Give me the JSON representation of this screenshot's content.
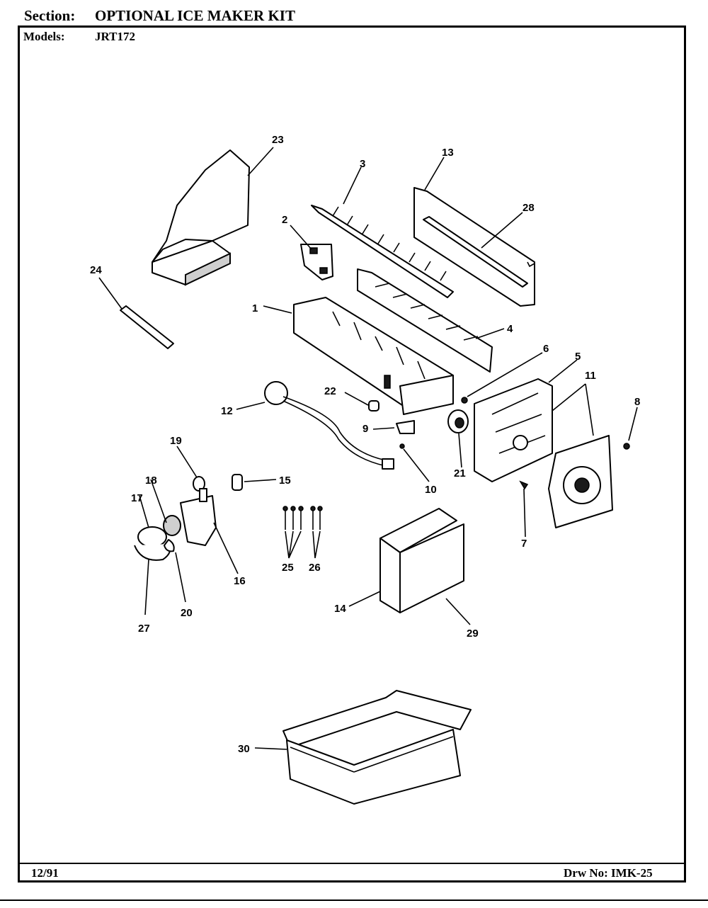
{
  "header": {
    "section_label": "Section:",
    "section_value": "OPTIONAL ICE MAKER KIT",
    "models_label": "Models:",
    "models_value": "JRT172"
  },
  "footer": {
    "date": "12/91",
    "drawing_number": "Drw No: IMK-25"
  },
  "callouts": [
    "1",
    "2",
    "3",
    "4",
    "5",
    "6",
    "7",
    "8",
    "9",
    "10",
    "11",
    "12",
    "13",
    "14",
    "15",
    "16",
    "17",
    "18",
    "19",
    "20",
    "21",
    "22",
    "23",
    "24",
    "25",
    "26",
    "27",
    "28",
    "29",
    "30"
  ]
}
